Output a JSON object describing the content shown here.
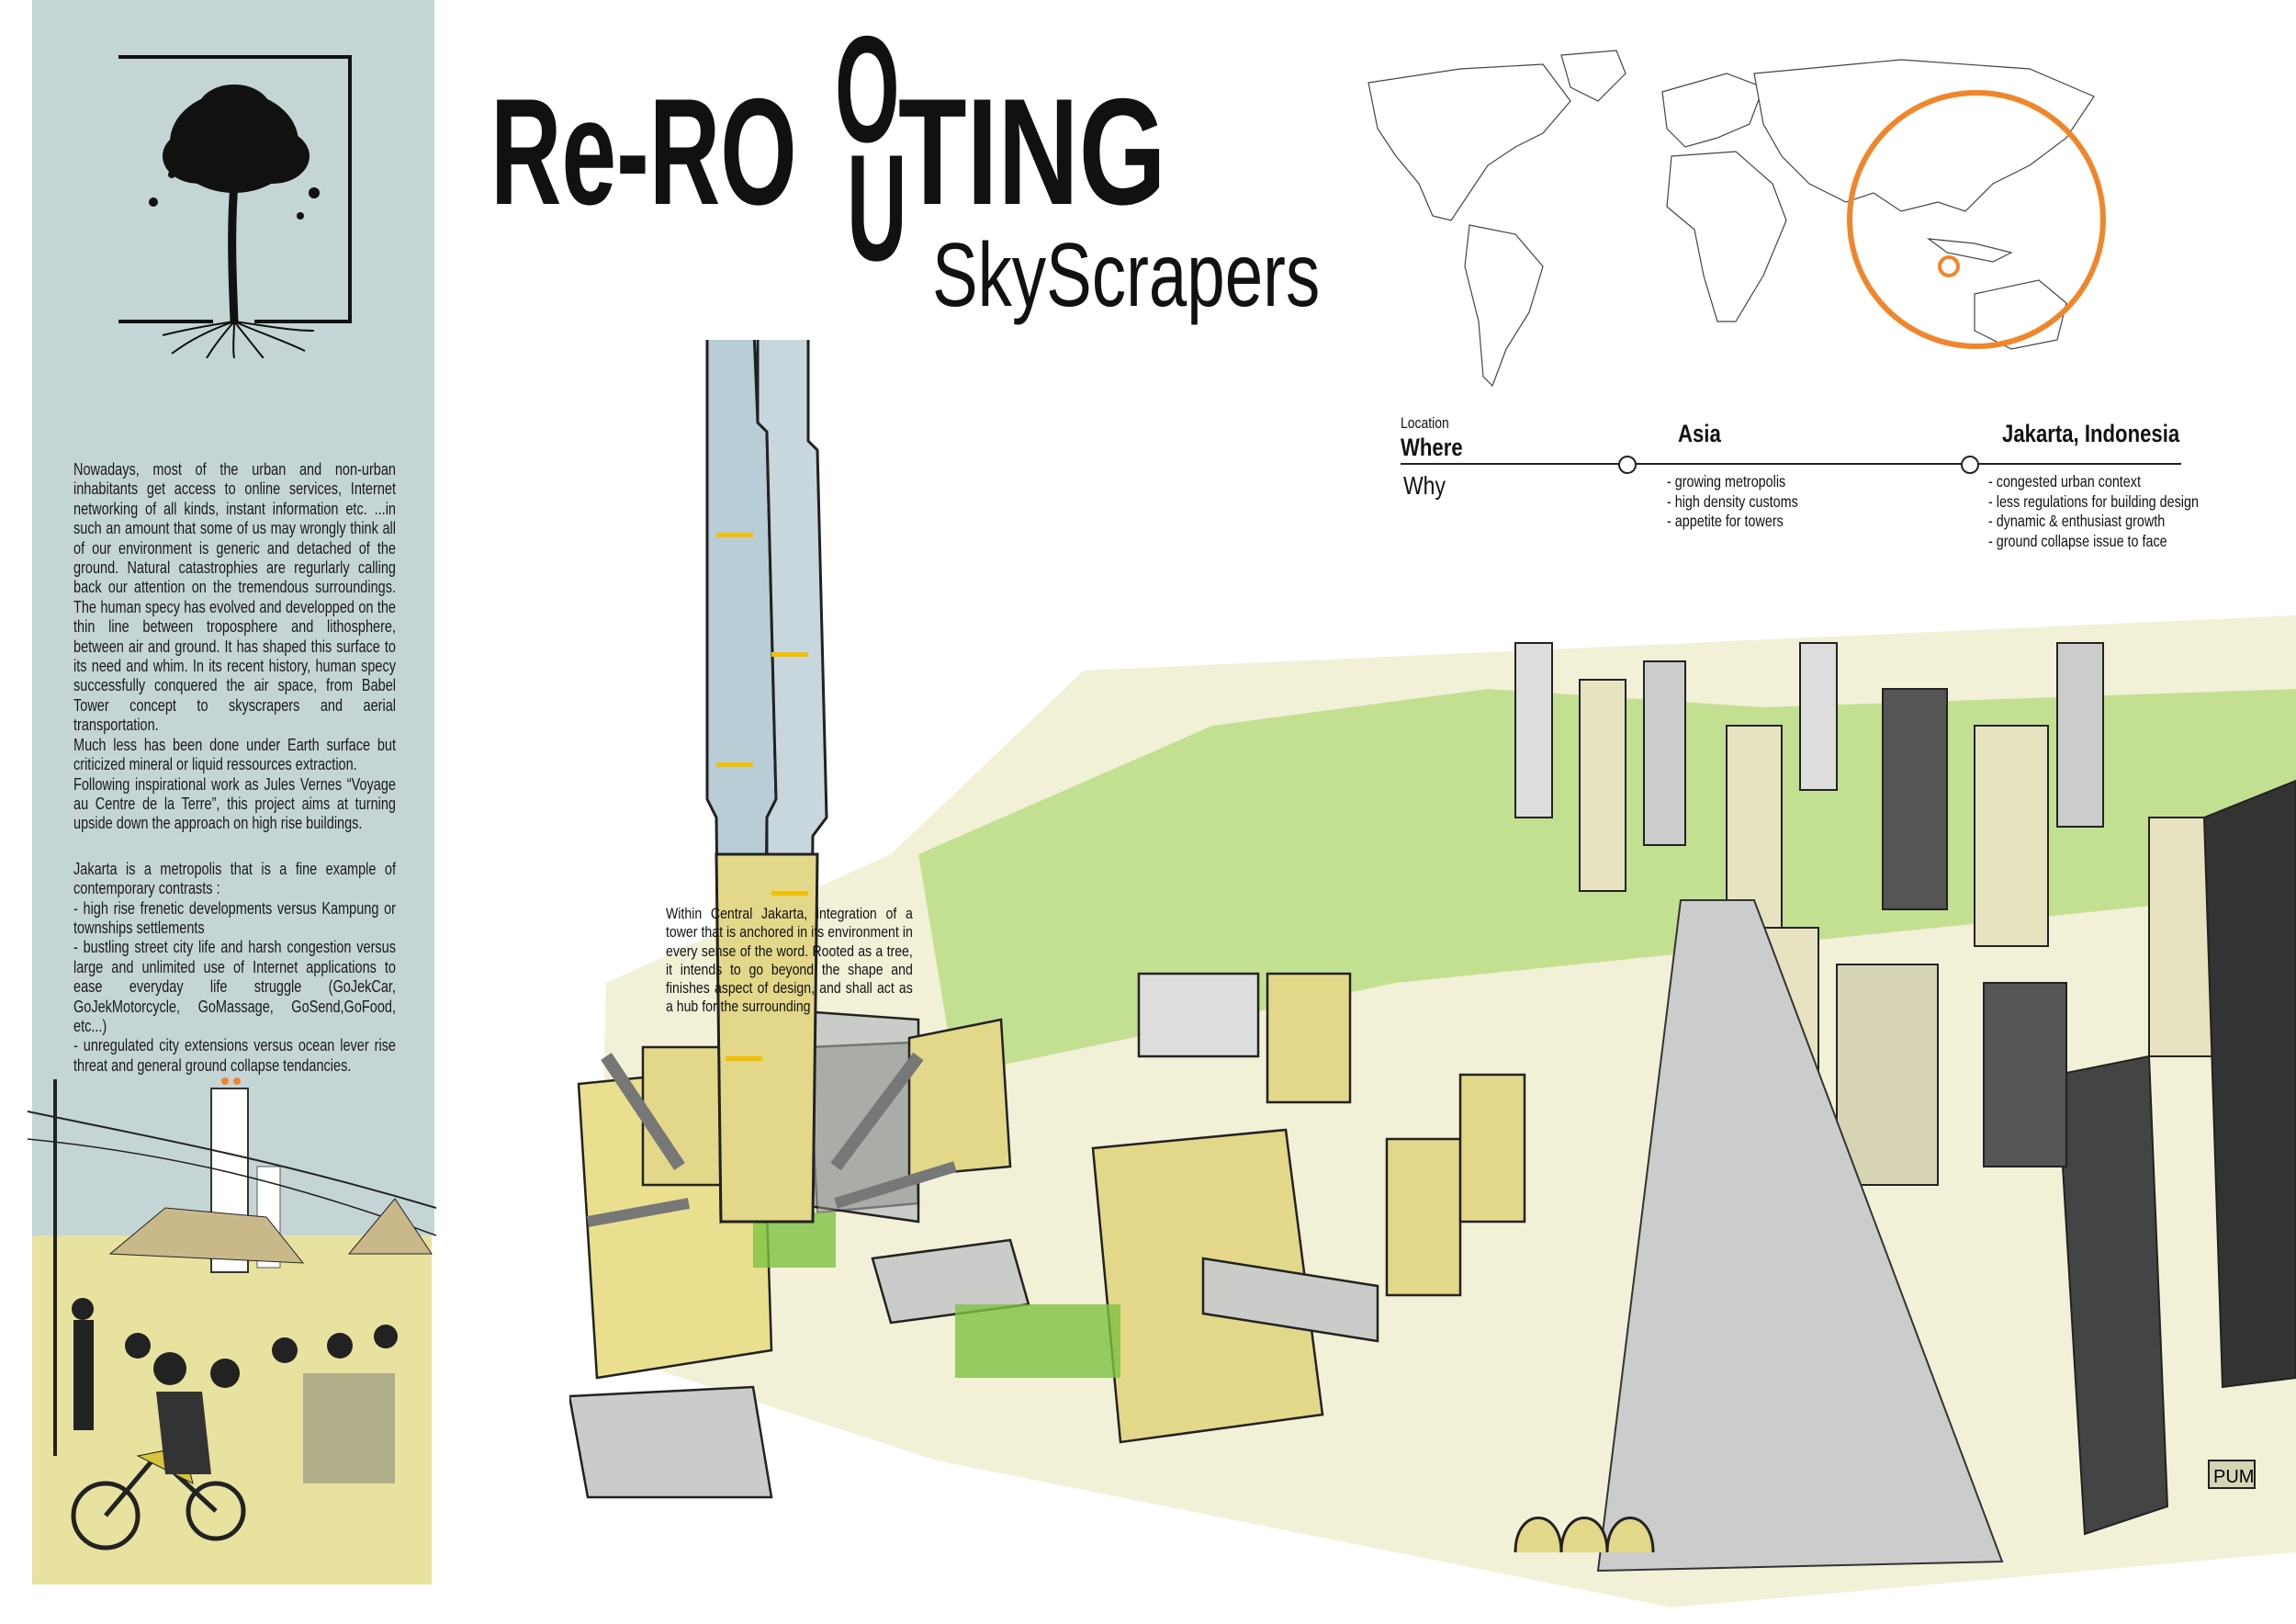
{
  "title": {
    "prefix": "Re-RO",
    "o_raised": "O",
    "u_lowered": "U",
    "suffix": "TING",
    "subtitle": "SkyScrapers"
  },
  "left_panel": {
    "intro_paragraphs": [
      "Nowadays, most of the urban and non-urban inhabitants get access to online services, Internet networking of all kinds, instant information etc. ...in such an amount that some of us may wrongly think all of our environment is generic and detached of the ground. Natural catastrophies are regurlarly calling back our attention on the tremendous surroundings. The human specy has evolved and developped on the thin line between troposphere and lithosphere, between air and ground. It has shaped this surface to its need and whim. In its recent history, human specy successfully conquered the air space,  from Babel Tower concept to skyscrapers and aerial transportation.",
      "Much less has been done under Earth surface but criticized mineral or liquid ressources extraction.",
      "Following inspirational work as Jules Vernes “Voyage au Centre de la Terre”, this project aims at turning upside down the approach on high rise buildings."
    ],
    "jakarta_intro": "Jakarta is a  metropolis that is a fine example of contemporary contrasts :",
    "jakarta_points": [
      "- high rise frenetic developments versus Kampung or townships settlements",
      "- bustling street city life and harsh congestion versus large and unlimited use of Internet applications to ease everyday life struggle (GoJekCar, GoJekMotorcycle, GoMassage, GoSend,GoFood, etc...)",
      "- unregulated city extensions versus ocean lever rise threat and general ground collapse tendancies."
    ]
  },
  "location": {
    "small_label": "Location",
    "where_label": "Where",
    "why_label": "Why",
    "columns": [
      {
        "title": "Asia",
        "points": [
          "- growing metropolis",
          "- high density customs",
          "- appetite for towers"
        ]
      },
      {
        "title": "Jakarta, Indonesia",
        "points": [
          "- congested urban context",
          "- less regulations for building design",
          "- dynamic & enthusiast growth",
          "- ground collapse issue to face"
        ]
      }
    ]
  },
  "caption": "Within Central Jakarta, integration of a tower that is anchored in its environment in every sense of the word. Rooted as a tree, it intends to go beyond the shape and finishes aspect of design, and shall act as a hub for the surrounding",
  "signature": "PUM",
  "colors": {
    "panel": "#c5d5d6",
    "highlight": "#f0862a",
    "sketch_yellow": "#e8e2a0",
    "sketch_green": "#7dc242",
    "sketch_blue": "#b9cdd6"
  }
}
